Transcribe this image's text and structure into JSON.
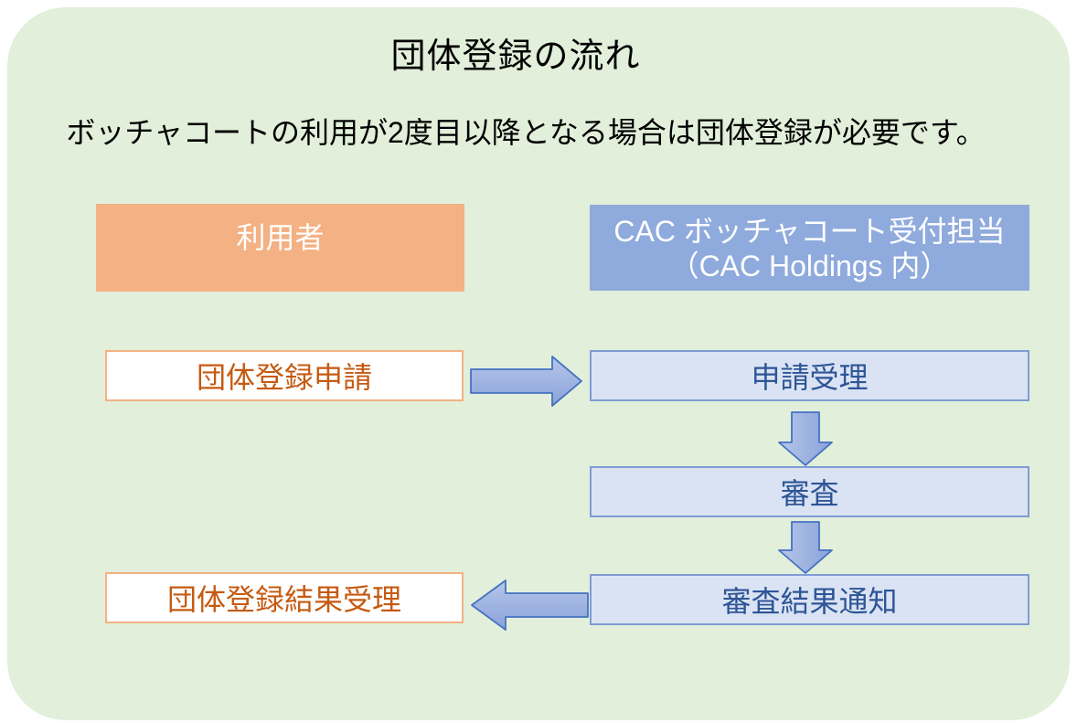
{
  "diagram": {
    "title": "団体登録の流れ",
    "subtitle": "ボッチャコートの利用が2度目以降となる場合は団体登録が必要です。",
    "lanes": [
      {
        "id": "user",
        "label": "利用者"
      },
      {
        "id": "cac",
        "label_line1": "CAC ボッチャコート受付担当",
        "label_line2": "（CAC Holdings 内）"
      }
    ],
    "steps": [
      {
        "id": "apply",
        "lane": "user",
        "label": "団体登録申請"
      },
      {
        "id": "accept",
        "lane": "cac",
        "label": "申請受理"
      },
      {
        "id": "review",
        "lane": "cac",
        "label": "審査"
      },
      {
        "id": "notify",
        "lane": "cac",
        "label": "審査結果通知"
      },
      {
        "id": "receive-result",
        "lane": "user",
        "label": "団体登録結果受理"
      }
    ],
    "flow": [
      {
        "from": "apply",
        "to": "accept",
        "direction": "right"
      },
      {
        "from": "accept",
        "to": "review",
        "direction": "down"
      },
      {
        "from": "review",
        "to": "notify",
        "direction": "down"
      },
      {
        "from": "notify",
        "to": "receive-result",
        "direction": "left"
      }
    ],
    "colors": {
      "page_background": "#ffffff",
      "panel_background": "#e2efda",
      "title_text": "#000000",
      "lane_user_fill": "#f4b183",
      "lane_user_text": "#ffffff",
      "lane_cac_fill": "#8faadc",
      "lane_cac_text": "#ffffff",
      "process_fill": "#dae3f3",
      "process_border": "#7f9cd5",
      "process_text": "#2e5597",
      "user_step_fill": "#ffffff",
      "user_step_border": "#f4b183",
      "user_step_text": "#c55a11",
      "arrow_fill_light": "#b6c6ea",
      "arrow_fill_dark": "#8aa2d8",
      "arrow_border": "#4472c4"
    }
  }
}
